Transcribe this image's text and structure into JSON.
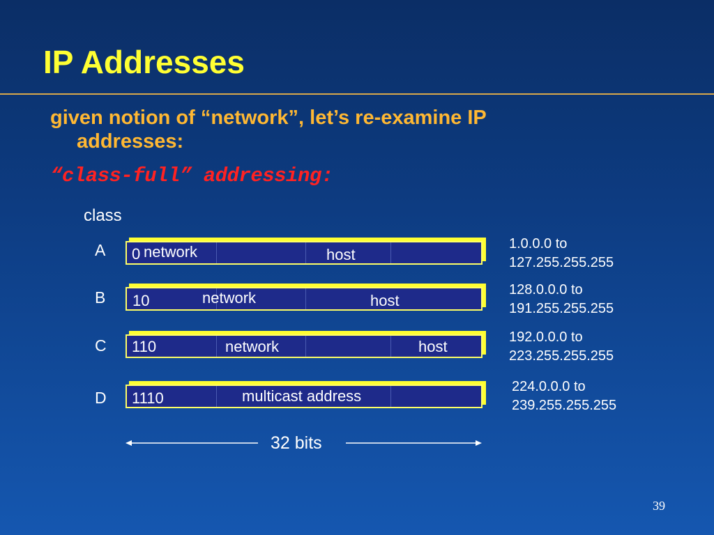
{
  "slide": {
    "title": "IP Addresses",
    "bullets": [
      {
        "line1": "given notion of “network”, let’s re-examine IP",
        "line2": "addresses:"
      },
      {
        "text": "“class-full” addressing:"
      }
    ],
    "class_label": "class",
    "rows": [
      {
        "letter": "A",
        "segments": [
          "0",
          "network",
          "host"
        ],
        "range_line1": "1.0.0.0 to",
        "range_line2": "127.255.255.255"
      },
      {
        "letter": "B",
        "segments": [
          "10",
          "network",
          "host"
        ],
        "range_line1": "128.0.0.0 to",
        "range_line2": "191.255.255.255"
      },
      {
        "letter": "C",
        "segments": [
          "110",
          "network",
          "host"
        ],
        "range_line1": "192.0.0.0 to",
        "range_line2": "223.255.255.255"
      },
      {
        "letter": "D",
        "segments": [
          "1110",
          "multicast address"
        ],
        "range_line1": "224.0.0.0 to",
        "range_line2": "239.255.255.255"
      }
    ],
    "bits_label": "32 bits",
    "page_number": "39"
  },
  "colors": {
    "title": "#ffff33",
    "bullet1": "#ffb833",
    "bullet2": "#ff2222",
    "box_fill": "#1e2a8a",
    "box_border": "#ffff66"
  }
}
